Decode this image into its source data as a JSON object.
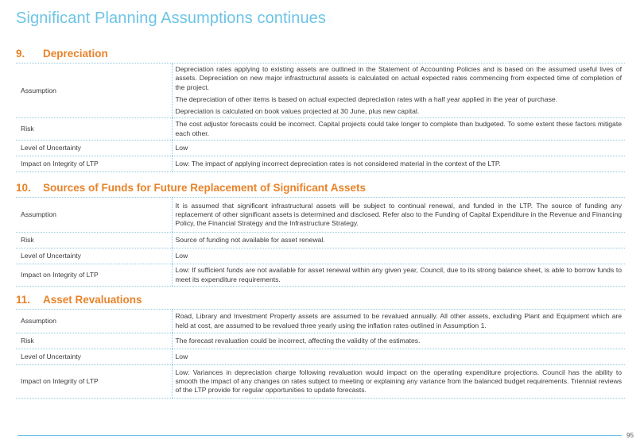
{
  "page_title": "Significant Planning Assumptions continues",
  "page_number": "95",
  "colors": {
    "title": "#6cc4e6",
    "heading": "#e8832a",
    "rule": "#8ec9e0"
  },
  "sections": [
    {
      "number": "9.",
      "title": "Depreciation",
      "rows": [
        {
          "label": "Assumption",
          "paragraphs": [
            "Depreciation rates applying to existing assets are outlined in the Statement of Accounting Policies and is based on the assumed useful lives of assets. Depreciation on new major infrastructural assets is calculated on actual expected rates commencing from expected time of completion of the project.",
            "The depreciation of other items is based on actual expected depreciation rates with a half year applied in the year of purchase.",
            "Depreciation is calculated on book values projected at 30 June, plus new capital."
          ]
        },
        {
          "label": "Risk",
          "paragraphs": [
            "The cost adjustor forecasts could be incorrect. Capital projects could take longer to complete than budgeted. To some extent these factors mitigate each other."
          ]
        },
        {
          "label": "Level of Uncertainty",
          "paragraphs": [
            "Low"
          ]
        },
        {
          "label": "Impact on Integrity of LTP",
          "paragraphs": [
            "Low:  The impact of applying incorrect depreciation rates is not considered material in the context of the LTP."
          ]
        }
      ]
    },
    {
      "number": "10.",
      "title": "Sources of Funds for Future Replacement of Significant Assets",
      "rows": [
        {
          "label": "Assumption",
          "paragraphs": [
            "It is assumed that significant infrastructural assets will be subject to continual renewal, and funded in the LTP.  The source of funding any replacement of other significant assets is determined and disclosed. Refer also to the Funding of Capital Expenditure in the Revenue and Financing Policy, the Financial Strategy and the Infrastructure Strategy."
          ]
        },
        {
          "label": "Risk",
          "paragraphs": [
            "Source of funding not available for asset renewal."
          ]
        },
        {
          "label": "Level of Uncertainty",
          "paragraphs": [
            "Low"
          ]
        },
        {
          "label": "Impact on Integrity of LTP",
          "paragraphs": [
            "Low:  If sufficient funds are not available for asset renewal within any given year, Council, due to its strong balance sheet, is able to borrow funds to meet its expenditure requirements."
          ]
        }
      ]
    },
    {
      "number": "11.",
      "title": "Asset Revaluations",
      "rows": [
        {
          "label": "Assumption",
          "paragraphs": [
            "Road, Library and Investment Property assets are assumed to be revalued annually.  All other assets, excluding Plant and Equipment which are held at cost, are assumed to be revalued three yearly using the inflation rates outlined in Assumption 1."
          ]
        },
        {
          "label": "Risk",
          "paragraphs": [
            "The forecast revaluation could be incorrect, affecting the validity of the estimates."
          ]
        },
        {
          "label": "Level of Uncertainty",
          "paragraphs": [
            "Low"
          ]
        },
        {
          "label": "Impact on Integrity of LTP",
          "paragraphs": [
            "Low:  Variances in depreciation charge following revaluation would impact on the operating expenditure projections.  Council has the ability to smooth the impact of any changes on rates subject to meeting or explaining any variance from the balanced budget requirements. Triennial reviews of the LTP provide for regular opportunities to update forecasts."
          ]
        }
      ]
    }
  ]
}
